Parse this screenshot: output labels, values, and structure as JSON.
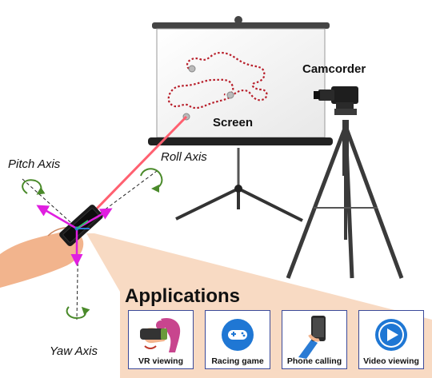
{
  "labels": {
    "pitch_axis": "Pitch Axis",
    "roll_axis": "Roll Axis",
    "yaw_axis": "Yaw Axis",
    "screen": "Screen",
    "camcorder": "Camcorder",
    "applications": "Applications"
  },
  "applications": [
    {
      "label": "VR viewing",
      "icon": "vr-headset-icon"
    },
    {
      "label": "Racing game",
      "icon": "gamepad-icon"
    },
    {
      "label": "Phone calling",
      "icon": "phone-icon"
    },
    {
      "label": "Video viewing",
      "icon": "play-icon"
    }
  ],
  "colors": {
    "laser": "#ff6070",
    "trace": "#b81e2a",
    "axis_arrow": "#e01ee0",
    "rotation_arrow": "#4a8a2a",
    "highlight": "#f7d3b8",
    "card_border": "#3b4a9a",
    "tripod": "#3a3a3a",
    "play_blue": "#1f77d4"
  }
}
